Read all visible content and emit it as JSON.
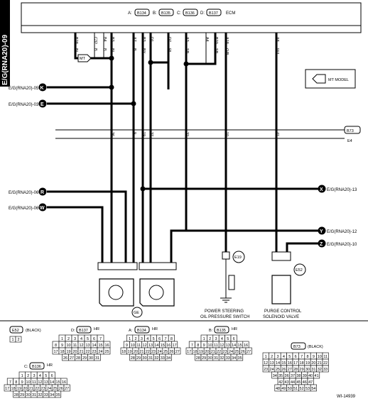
{
  "side_label": "E/G(RNA20)-09",
  "ecm": {
    "label": "ECM",
    "connectors": [
      {
        "prefix": "A:",
        "id": "B134"
      },
      {
        "prefix": "B:",
        "id": "B135"
      },
      {
        "prefix": "C:",
        "id": "B136"
      },
      {
        "prefix": "D:",
        "id": "B137"
      }
    ],
    "pins": [
      "B28",
      "C32",
      "B4",
      "B3",
      "A7",
      "B3",
      "D1",
      "D7",
      "A3",
      "A4",
      "B20",
      "A18",
      "A8"
    ]
  },
  "mt_model": "MT MODEL",
  "mt_small": "MT",
  "left_refs": [
    {
      "text": "E/G(RNA20)-05",
      "mark": "K"
    },
    {
      "text": "E/G(RNA20)-03",
      "mark": "E"
    },
    {
      "text": "E/G(RNA20)-06",
      "mark": "R"
    },
    {
      "text": "E/G(RNA20)-06",
      "mark": "W"
    }
  ],
  "right_refs": [
    {
      "text": "E/G(RNA20)-13",
      "mark": "X"
    },
    {
      "text": "E/G(RNA20)-12",
      "mark": "Y"
    },
    {
      "text": "E/G(RNA20)-10",
      "mark": "Z"
    }
  ],
  "bus": {
    "top": "B73",
    "bottom": "E4"
  },
  "bus_pins": [
    "36",
    "9",
    "19",
    "37",
    "32",
    "10",
    "41"
  ],
  "wire_colors": [
    "BL",
    "B",
    "B",
    "BY",
    "RL",
    "SB",
    "O/B",
    "W/L"
  ],
  "ge_label": "GE",
  "e19": {
    "id": "E19",
    "name_line1": "POWER STEERING",
    "name_line2": "OIL PRESSURE SWITCH"
  },
  "e52": {
    "id": "E52",
    "name_line1": "PURGE CONTROL",
    "name_line2": "SOLENOID VALVE"
  },
  "connector_tables": [
    {
      "id": "E52",
      "suffix": "(BLACK)",
      "rows": [
        [
          "1",
          "2"
        ]
      ]
    },
    {
      "id": "B137",
      "prefix": "D:",
      "suffix": "HR",
      "rows": [
        [
          "1",
          "2",
          "3",
          "4",
          "5",
          "6",
          "7"
        ],
        [
          "8",
          "9",
          "10",
          "11",
          "12",
          "13",
          "14",
          "15",
          "16"
        ],
        [
          "17",
          "18",
          "19",
          "20",
          "21",
          "22",
          "23",
          "24",
          "25"
        ],
        [
          "26",
          "27",
          "28",
          "29",
          "30",
          "31"
        ]
      ]
    },
    {
      "id": "B134",
      "prefix": "A:",
      "suffix": "HR",
      "rows": [
        [
          "1",
          "2",
          "3",
          "4",
          "5",
          "6",
          "7",
          "8"
        ],
        [
          "9",
          "10",
          "11",
          "12",
          "13",
          "14",
          "15",
          "16",
          "17"
        ],
        [
          "18",
          "19",
          "20",
          "21",
          "22",
          "23",
          "24",
          "25",
          "26",
          "27"
        ],
        [
          "28",
          "29",
          "30",
          "31",
          "32",
          "33",
          "34"
        ]
      ]
    },
    {
      "id": "B135",
      "prefix": "B:",
      "suffix": "HR",
      "rows": [
        [
          "1",
          "2",
          "3",
          "4",
          "5",
          "6"
        ],
        [
          "7",
          "8",
          "9",
          "10",
          "11",
          "12",
          "13",
          "14",
          "15",
          "16"
        ],
        [
          "17",
          "18",
          "19",
          "20",
          "21",
          "22",
          "23",
          "24",
          "25",
          "26",
          "27"
        ],
        [
          "28",
          "29",
          "30",
          "31",
          "32",
          "33",
          "34",
          "35"
        ]
      ]
    },
    {
      "id": "B136",
      "prefix": "C:",
      "suffix": "HR",
      "rows": [
        [
          "1",
          "2",
          "3",
          "4",
          "5",
          "6"
        ],
        [
          "7",
          "8",
          "9",
          "10",
          "11",
          "12",
          "13",
          "14",
          "15",
          "16"
        ],
        [
          "17",
          "18",
          "19",
          "20",
          "21",
          "22",
          "23",
          "24",
          "25",
          "26",
          "27"
        ],
        [
          "28",
          "29",
          "30",
          "31",
          "32",
          "33",
          "34",
          "35"
        ]
      ]
    },
    {
      "id": "B73",
      "suffix": "(BLACK)",
      "rows": [
        [
          "1",
          "2",
          "3",
          "4",
          "5",
          "6",
          "7",
          "8",
          "9",
          "10",
          "11"
        ],
        [
          "12",
          "13",
          "14",
          "15",
          "16",
          "17",
          "18",
          "19",
          "20",
          "21",
          "22"
        ],
        [
          "23",
          "24",
          "25",
          "26",
          "27",
          "28",
          "29",
          "30",
          "31",
          "32",
          "33"
        ],
        [
          "34",
          "35",
          "36",
          "37",
          "38",
          "39",
          "40",
          "41"
        ],
        [
          "42",
          "43",
          "44",
          "45",
          "46",
          "47"
        ],
        [
          "48",
          "49",
          "50",
          "51",
          "52",
          "53",
          "54"
        ]
      ]
    }
  ],
  "code": "WI-14939"
}
